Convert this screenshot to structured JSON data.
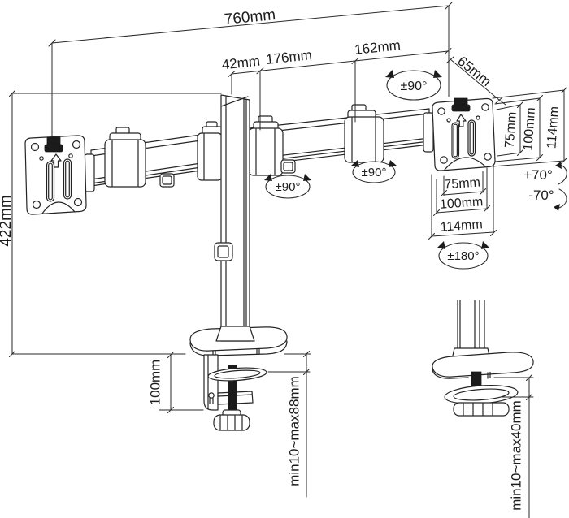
{
  "colors": {
    "line": "#242424",
    "background": "#ffffff",
    "fill_dark": "#1b1b1b"
  },
  "dimensions": {
    "overall_width": "760mm",
    "column_offset": "42mm",
    "arm_inner": "176mm",
    "arm_outer": "162mm",
    "head_depth": "65mm",
    "column_height": "422mm",
    "clamp_body_height": "100mm",
    "clamp_desk_thickness": "min10~max88mm",
    "grommet_desk_thickness": "min10~max40mm",
    "vesa_side_75": "75mm",
    "vesa_side_100": "100mm",
    "vesa_side_114": "114mm",
    "vesa_bottom_75": "75mm",
    "vesa_bottom_100": "100mm",
    "vesa_bottom_114": "114mm"
  },
  "rotations": {
    "head_swivel": "±90°",
    "arm_swivel_inner": "±90°",
    "arm_swivel_outer": "±90°",
    "tilt_up": "+70°",
    "tilt_down": "-70°",
    "screen_rotation": "±180°"
  }
}
